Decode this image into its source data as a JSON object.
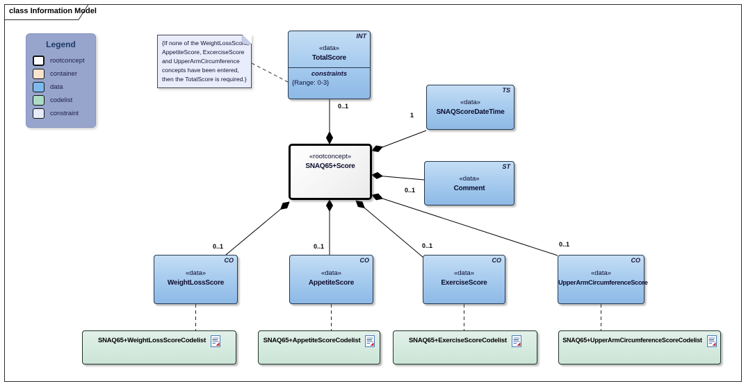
{
  "diagram": {
    "tab_label": "class Information Model"
  },
  "legend": {
    "title": "Legend",
    "items": [
      {
        "label": "rootconcept",
        "color": "#ffffff"
      },
      {
        "label": "container",
        "color": "#fbe3cc"
      },
      {
        "label": "data",
        "color": "#7db9ee"
      },
      {
        "label": "codelist",
        "color": "#abdcc4"
      },
      {
        "label": "constraint",
        "color": "#e7ecfa"
      }
    ]
  },
  "note": {
    "text": "{If none of the WeightLossScore,\nAppetiteScore, ExcerciseScore\nand UpperArmCircumference\nconcepts have been entered,\nthen the TotalScore is required.}"
  },
  "nodes": {
    "total_score": {
      "type_tag": "INT",
      "stereotype": "«data»",
      "name": "TotalScore",
      "compartment_label": "constraints",
      "constraint": "{Range: 0-3}"
    },
    "root": {
      "stereotype": "«rootconcept»",
      "name": "SNAQ65+Score"
    },
    "snaq_score_datetime": {
      "type_tag": "TS",
      "stereotype": "«data»",
      "name": "SNAQScoreDateTime"
    },
    "comment": {
      "type_tag": "ST",
      "stereotype": "«data»",
      "name": "Comment"
    },
    "weight_loss_score": {
      "type_tag": "CO",
      "stereotype": "«data»",
      "name": "WeightLossScore"
    },
    "appetite_score": {
      "type_tag": "CO",
      "stereotype": "«data»",
      "name": "AppetiteScore"
    },
    "exercise_score": {
      "type_tag": "CO",
      "stereotype": "«data»",
      "name": "ExerciseScore"
    },
    "upper_arm_score": {
      "type_tag": "CO",
      "stereotype": "«data»",
      "name": "UpperArmCircumferenceScore"
    }
  },
  "codelists": {
    "weight_loss": "SNAQ65+WeightLossScoreCodelist",
    "appetite": "SNAQ65+AppetiteScoreCodelist",
    "exercise": "SNAQ65+ExerciseScoreCodelist",
    "upper_arm": "SNAQ65+UpperArmCircumferenceScoreCodelist"
  },
  "multiplicities": {
    "total_score": "0..1",
    "snaq_score_datetime": "1",
    "comment": "0..1",
    "weight_loss_score": "0..1",
    "appetite_score": "0..1",
    "exercise_score": "0..1",
    "upper_arm_score": "0..1"
  }
}
